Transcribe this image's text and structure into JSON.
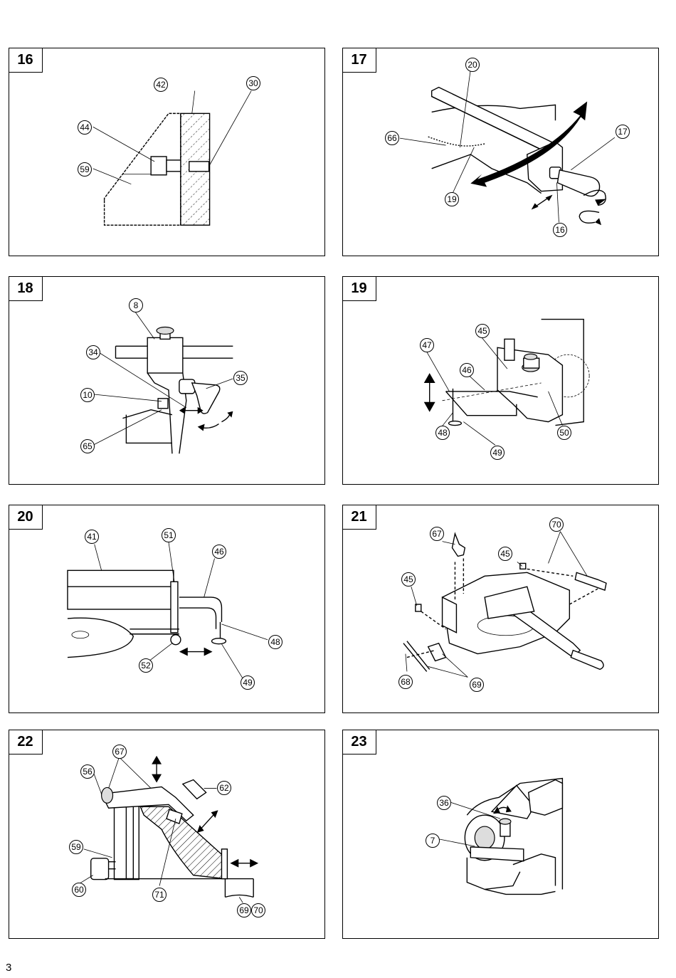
{
  "page_number": "3",
  "figures": [
    {
      "number": "16",
      "callouts": [
        "42",
        "30",
        "44",
        "59"
      ]
    },
    {
      "number": "17",
      "callouts": [
        "20",
        "66",
        "17",
        "19",
        "16"
      ]
    },
    {
      "number": "18",
      "callouts": [
        "8",
        "34",
        "35",
        "10",
        "65"
      ]
    },
    {
      "number": "19",
      "callouts": [
        "45",
        "47",
        "46",
        "50",
        "48",
        "49"
      ]
    },
    {
      "number": "20",
      "callouts": [
        "41",
        "51",
        "46",
        "48",
        "52",
        "49"
      ]
    },
    {
      "number": "21",
      "callouts": [
        "67",
        "70",
        "45",
        "45",
        "68",
        "69"
      ]
    },
    {
      "number": "22",
      "callouts": [
        "67",
        "56",
        "62",
        "59",
        "60",
        "71",
        "69",
        "70"
      ]
    },
    {
      "number": "23",
      "callouts": [
        "36",
        "7"
      ]
    }
  ]
}
